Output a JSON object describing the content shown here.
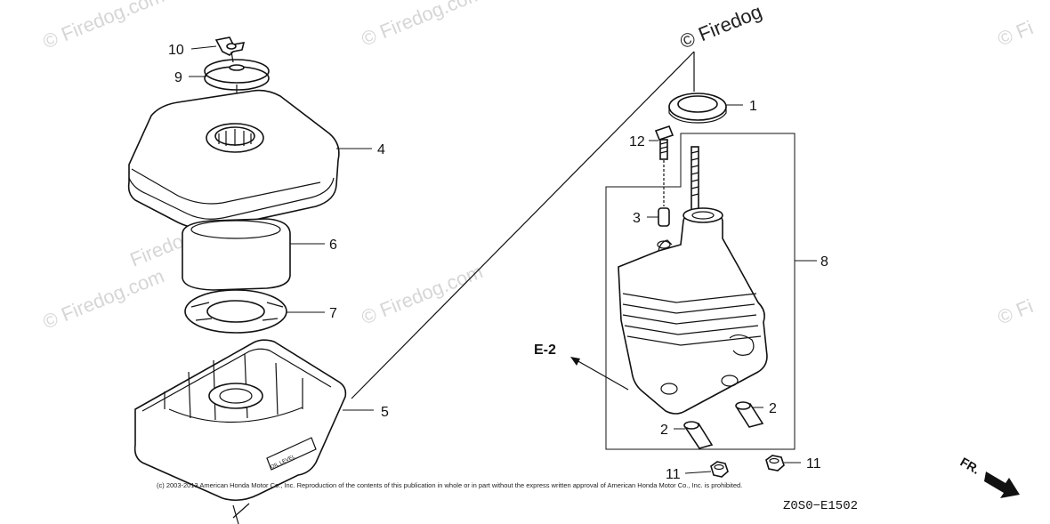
{
  "watermarks": [
    "© Firedog.com",
    "© Firedog.com",
    "© Fi",
    "Firedog.com",
    "© Firedog.com",
    "© Firedog.com",
    "© Fi"
  ],
  "callouts": {
    "c1": "1",
    "c2a": "2",
    "c2b": "2",
    "c3": "3",
    "c4": "4",
    "c5": "5",
    "c6": "6",
    "c7": "7",
    "c8": "8",
    "c9": "9",
    "c10": "10",
    "c11a": "11",
    "c11b": "11",
    "c12": "12"
  },
  "reference_label": "E-2",
  "front_marker": "FR.",
  "oil_level_text": "OIL LEVEL",
  "copyright": "(c) 2003-2013 American Honda Motor Co., Inc. Reproduction of the contents of this publication in whole or in part without the express written approval of American Honda Motor Co., Inc. is prohibited.",
  "diagram_code": "Z0S0−E1502"
}
